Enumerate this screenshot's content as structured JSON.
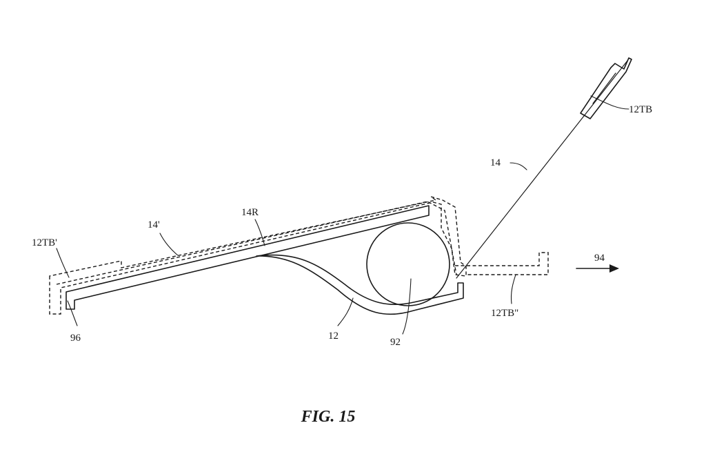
{
  "figure": {
    "caption": "FIG. 15"
  },
  "labels": {
    "tab_upright": "12TB",
    "display_upright": "14",
    "display_folded": "14'",
    "rear_surface": "14R",
    "tab_folded_left": "12TB'",
    "tab_extended": "12TB\"",
    "arrow_direction": "94",
    "edge": "96",
    "substrate": "12",
    "roller": "92"
  }
}
